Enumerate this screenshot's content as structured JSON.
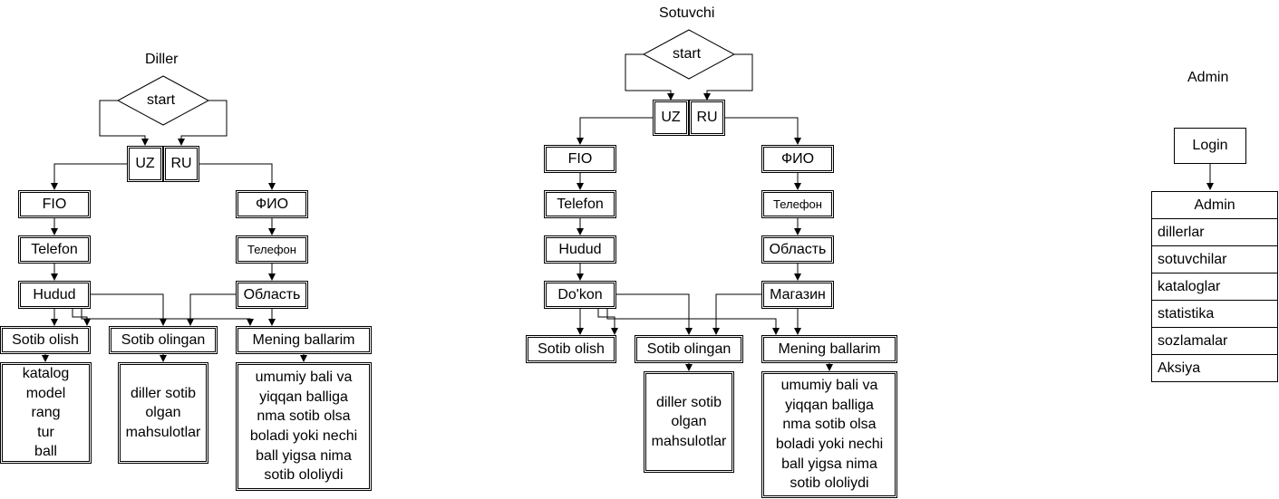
{
  "diller": {
    "title": "Diller",
    "start": "start",
    "lang_uz": "UZ",
    "lang_ru": "RU",
    "uz_col": [
      "FIO",
      "Telefon",
      "Hudud"
    ],
    "ru_col": [
      "ФИО",
      "Телефон",
      "Область"
    ],
    "sotib_olish": "Sotib olish",
    "sotib_olingan": "Sotib olingan",
    "mening_ballarim": "Mening ballarim",
    "katalog_list": "katalog\nmodel\nrang\ntur\nball",
    "olingan_desc": "diller sotib\nolgan\nmahsulotlar",
    "ballarim_desc": "umumiy bali va\nyiqqan balliga\nnma sotib olsa\nboladi yoki nechi\nball yigsa nima\nsotib ololiydi"
  },
  "sotuvchi": {
    "title": "Sotuvchi",
    "start": "start",
    "lang_uz": "UZ",
    "lang_ru": "RU",
    "uz_col": [
      "FIO",
      "Telefon",
      "Hudud",
      "Do'kon"
    ],
    "ru_col": [
      "ФИО",
      "Телефон",
      "Область",
      "Магазин"
    ],
    "sotib_olish": "Sotib olish",
    "sotib_olingan": "Sotib olingan",
    "mening_ballarim": "Mening ballarim",
    "olingan_desc": "diller sotib\nolgan\nmahsulotlar",
    "ballarim_desc": "umumiy bali va\nyiqqan balliga\nnma sotib olsa\nboladi yoki nechi\nball yigsa nima\nsotib ololiydi"
  },
  "admin": {
    "title": "Admin",
    "login": "Login",
    "table_header": "Admin",
    "rows": [
      "dillerlar",
      "sotuvchilar",
      "kataloglar",
      "statistika",
      "sozlamalar",
      "Aksiya"
    ]
  }
}
